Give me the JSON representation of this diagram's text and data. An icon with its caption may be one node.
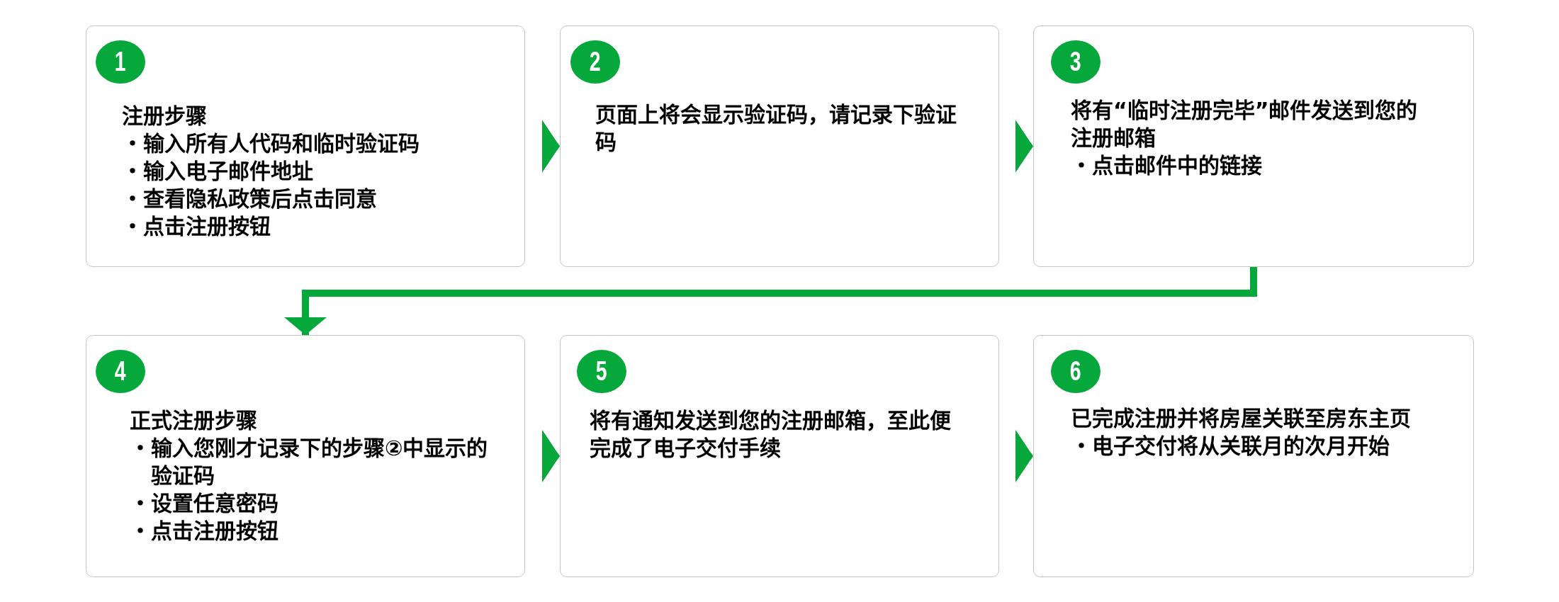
{
  "diagram": {
    "nodes": [
      {
        "text": [
          "注册步骤",
          "・输入所有人代码和临时验证码",
          "・输入电子邮件地址",
          "・查看隐私政策后点击同意",
          "・点击注册按钮"
        ]
      },
      {
        "text": [
          "1"
        ],
        "in": 0
      },
      {
        "text": [
          "页面上将会显示验证码，请记录下验证码"
        ]
      },
      {
        "text": [
          "2"
        ],
        "in": 2
      },
      {
        "text": [
          "将有“临时注册完毕”邮件发送到您的注册邮箱",
          "・点击邮件中的链接"
        ]
      },
      {
        "text": [
          "3"
        ],
        "in": 4
      },
      {
        "text": [
          "正式注册步骤",
          "・输入您刚才记录下的步骤②中显示的验证码",
          "・设置任意密码",
          "・点击注册按钮"
        ]
      },
      {
        "text": [
          "4"
        ],
        "in": 6
      },
      {
        "text": [
          "将有通知发送到您的注册邮箱，至此便完成了电子交付手续"
        ]
      },
      {
        "text": [
          "5"
        ],
        "in": 8
      },
      {
        "text": [
          "已完成注册并将房屋关联至房东主页",
          "・电子交付将从关联月的次月开始"
        ]
      },
      {
        "text": [
          "6"
        ],
        "in": 10
      }
    ],
    "edges": [
      {
        "from": 0,
        "to": 2,
        "arrow": "to"
      },
      {
        "from": 2,
        "to": 4,
        "arrow": "to"
      },
      {
        "from": 4,
        "to": 6,
        "arrow": "to"
      },
      {
        "from": 6,
        "to": 8,
        "arrow": "to"
      },
      {
        "from": 8,
        "to": 10,
        "arrow": "to"
      }
    ]
  }
}
